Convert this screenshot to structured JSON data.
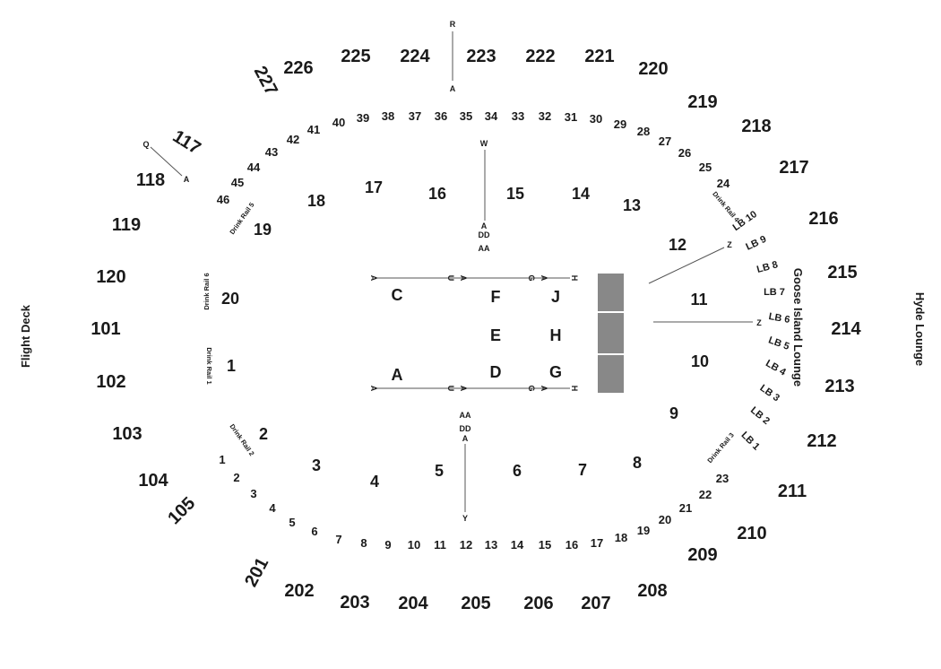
{
  "lounges": {
    "flight_deck": "Flight Deck",
    "hyde": "Hyde Lounge",
    "goose_island": "Goose Island Lounge"
  },
  "upper_sections": [
    "201",
    "202",
    "203",
    "204",
    "205",
    "206",
    "207",
    "208",
    "209",
    "210",
    "211",
    "212",
    "213",
    "214",
    "215",
    "216",
    "217",
    "218",
    "219",
    "220",
    "221",
    "222",
    "223",
    "224",
    "225",
    "226",
    "227"
  ],
  "outer_100_sections": [
    "101",
    "102",
    "103",
    "104",
    "105",
    "117",
    "118",
    "119",
    "120"
  ],
  "ring_rows": [
    "1",
    "2",
    "3",
    "4",
    "5",
    "6",
    "7",
    "8",
    "9",
    "10",
    "11",
    "12",
    "13",
    "14",
    "15",
    "16",
    "17",
    "18",
    "19",
    "20",
    "21",
    "22",
    "23",
    "24",
    "25",
    "26",
    "27",
    "28",
    "29",
    "30",
    "31",
    "32",
    "33",
    "34",
    "35",
    "36",
    "37",
    "38",
    "39",
    "40",
    "41",
    "42",
    "43",
    "44",
    "45",
    "46"
  ],
  "floor_sections": [
    "1",
    "2",
    "3",
    "4",
    "5",
    "6",
    "7",
    "8",
    "9",
    "10",
    "11",
    "12",
    "13",
    "14",
    "15",
    "16",
    "17",
    "18",
    "19",
    "20"
  ],
  "floor_blocks": [
    "A",
    "C",
    "D",
    "E",
    "F",
    "G",
    "H",
    "J"
  ],
  "drink_rails": [
    "Drink Rail 1",
    "Drink Rail 2",
    "Drink Rail 3",
    "Drink Rail 4",
    "Drink Rail 5",
    "Drink Rail 6"
  ],
  "lounge_boxes": [
    "LB 1",
    "LB 2",
    "LB 3",
    "LB 4",
    "LB 5",
    "LB 6",
    "LB 7",
    "LB 8",
    "LB 9",
    "LB 10"
  ],
  "row_markers": {
    "R": "R",
    "A": "A",
    "Q": "Q",
    "W": "W",
    "DD": "DD",
    "AA": "AA",
    "Y": "Y",
    "Z": "Z",
    "U": "U",
    "G": "G",
    "H": "H"
  }
}
